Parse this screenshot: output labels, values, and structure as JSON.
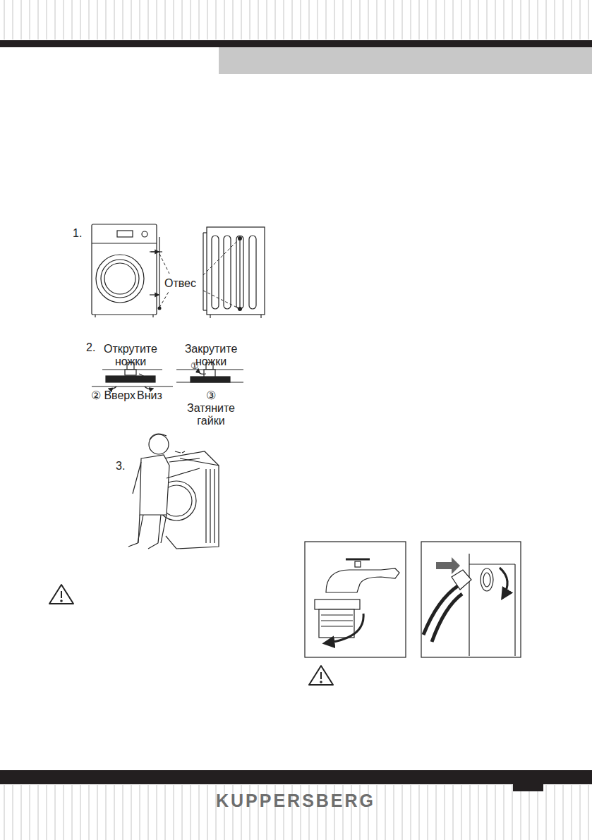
{
  "diagram": {
    "labels": [
      "1.",
      "Отвес",
      "2.",
      "Открутите ножки",
      "①",
      "Закрутите ножки",
      "② Вверх",
      "Вниз",
      "③ Затяните гайки",
      "3.",
      "KUPPERSBERG"
    ]
  }
}
